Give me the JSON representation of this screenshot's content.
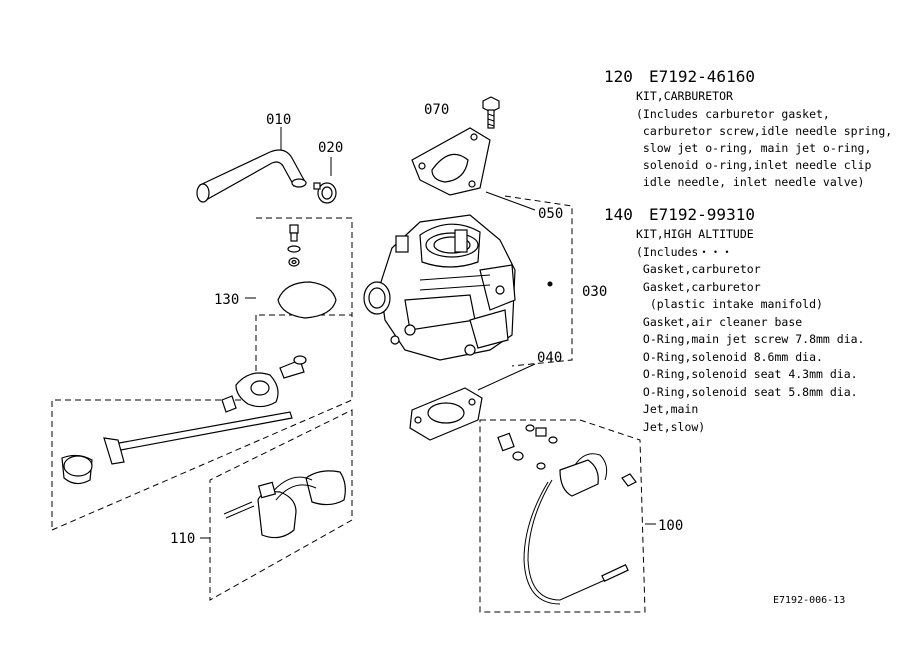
{
  "callouts": {
    "c010": "010",
    "c020": "020",
    "c070": "070",
    "c050": "050",
    "c030": "030",
    "c040": "040",
    "c130": "130",
    "c110": "110",
    "c100": "100"
  },
  "kits": [
    {
      "number": "120",
      "part_no": "E7192-46160",
      "lines": [
        "KIT,CARBURETOR",
        "(Includes carburetor gasket,",
        " carburetor screw,idle needle spring,",
        " slow jet o-ring, main jet o-ring,",
        " solenoid o-ring,inlet needle clip",
        " idle needle, inlet needle valve)"
      ]
    },
    {
      "number": "140",
      "part_no": "E7192-99310",
      "lines": [
        "KIT,HIGH ALTITUDE",
        "(Includes・・・",
        " Gasket,carburetor",
        " Gasket,carburetor",
        "  (plastic intake manifold)",
        " Gasket,air cleaner base",
        " O-Ring,main jet screw 7.8mm dia.",
        " O-Ring,solenoid 8.6mm dia.",
        " O-Ring,solenoid seat 4.3mm dia.",
        " O-Ring,solenoid seat 5.8mm dia.",
        " Jet,main",
        " Jet,slow)"
      ]
    }
  ],
  "figure_id": "E7192-006-13"
}
